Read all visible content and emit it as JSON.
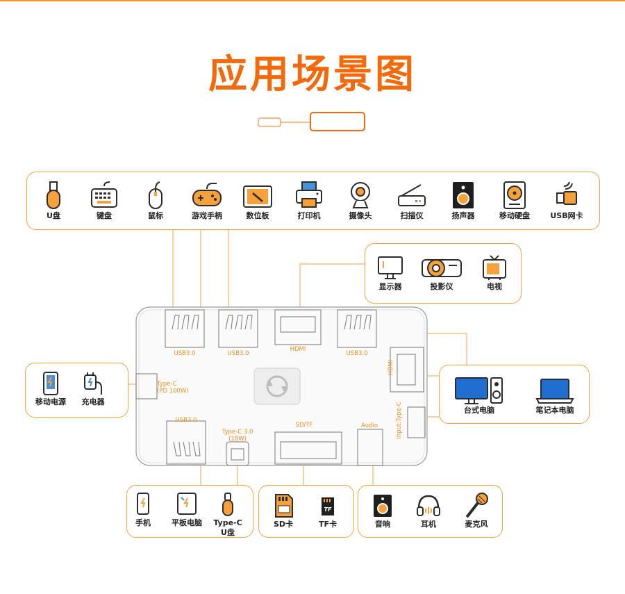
{
  "title": "应用场景图",
  "colors": {
    "accent": "#f7931e",
    "title": "#f26a0c",
    "line": "#f0a04a",
    "dark": "#2b2b2b"
  },
  "top_devices": [
    {
      "label": "U盘",
      "icon": "usb-drive-icon"
    },
    {
      "label": "键盘",
      "icon": "keyboard-icon"
    },
    {
      "label": "鼠标",
      "icon": "mouse-icon"
    },
    {
      "label": "游戏手柄",
      "icon": "gamepad-icon"
    },
    {
      "label": "数位板",
      "icon": "drawing-tablet-icon"
    },
    {
      "label": "打印机",
      "icon": "printer-icon"
    },
    {
      "label": "摄像头",
      "icon": "webcam-icon"
    },
    {
      "label": "扫描仪",
      "icon": "scanner-icon"
    },
    {
      "label": "扬声器",
      "icon": "speaker-icon"
    },
    {
      "label": "移动硬盘",
      "icon": "hard-drive-icon"
    },
    {
      "label": "USB网卡",
      "icon": "usb-wifi-icon"
    }
  ],
  "display_devices": [
    {
      "label": "显示器",
      "icon": "monitor-icon"
    },
    {
      "label": "投影仪",
      "icon": "projector-icon"
    },
    {
      "label": "电视",
      "icon": "tv-icon"
    }
  ],
  "power_devices": [
    {
      "label": "移动电源",
      "icon": "power-bank-icon"
    },
    {
      "label": "充电器",
      "icon": "charger-icon"
    }
  ],
  "computer_devices": [
    {
      "label": "台式电脑",
      "icon": "desktop-pc-icon"
    },
    {
      "label": "笔记本电脑",
      "icon": "laptop-icon"
    }
  ],
  "typec_devices": [
    {
      "label": "手机",
      "icon": "phone-icon"
    },
    {
      "label": "平板电脑",
      "icon": "tablet-icon"
    },
    {
      "label": "Type-C\nU盘",
      "icon": "typec-drive-icon"
    }
  ],
  "card_devices": [
    {
      "label": "SD卡",
      "icon": "sd-card-icon"
    },
    {
      "label": "TF卡",
      "icon": "tf-card-icon"
    }
  ],
  "audio_devices": [
    {
      "label": "音响",
      "icon": "speaker-icon"
    },
    {
      "label": "耳机",
      "icon": "headphones-icon"
    },
    {
      "label": "麦克风",
      "icon": "microphone-icon"
    }
  ],
  "ports": {
    "usb1": "USB3.0",
    "usb2": "USB3.0",
    "hdmi": "HDMI",
    "usb3": "USB3.0",
    "hdmi2": "HDMI",
    "typec_pd": "Type-C\n(PD 100W)",
    "usb4": "USB3.0",
    "typec30": "Type-C 3.0\n(18W)",
    "sdtf": "SD/TF",
    "audio": "Audio",
    "input": "Input:Type-C"
  }
}
